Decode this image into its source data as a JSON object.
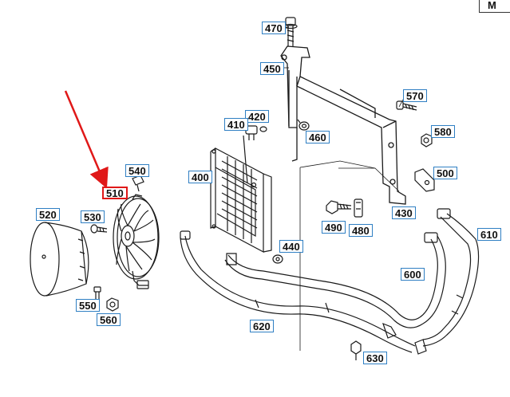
{
  "corner_label": "M",
  "callouts": {
    "c470": "470",
    "c450": "450",
    "c420": "420",
    "c410": "410",
    "c460": "460",
    "c570": "570",
    "c580": "580",
    "c540": "540",
    "c400": "400",
    "c500": "500",
    "c510": "510",
    "c520": "520",
    "c530": "530",
    "c490": "490",
    "c480": "480",
    "c430": "430",
    "c610": "610",
    "c440": "440",
    "c600": "600",
    "c550": "550",
    "c560": "560",
    "c620": "620",
    "c630": "630"
  },
  "highlight": {
    "part": "510",
    "color": "#e01818"
  },
  "colors": {
    "line": "#1a1a1a",
    "callout_border": "#2f7fc3",
    "arrow": "#e01818"
  }
}
